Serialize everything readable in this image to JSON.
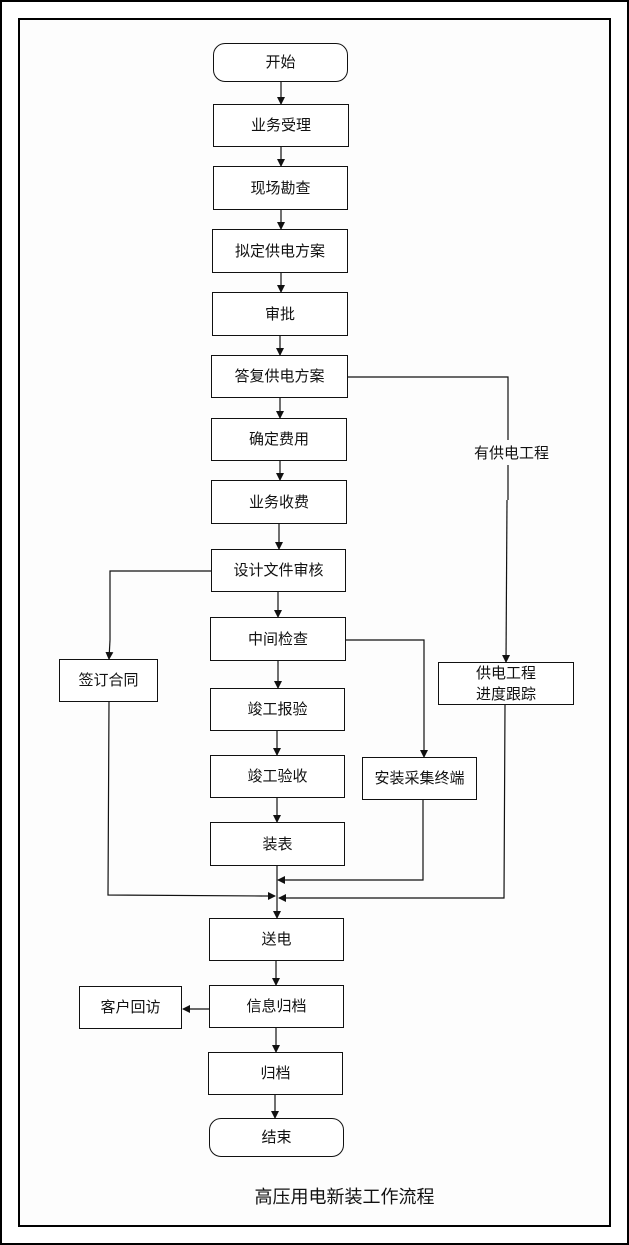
{
  "diagram": {
    "caption": "高压用电新装工作流程",
    "nodes": {
      "start": "开始",
      "business_acceptance": "业务受理",
      "site_survey": "现场勘查",
      "draft_plan": "拟定供电方案",
      "approval": "审批",
      "reply_plan": "答复供电方案",
      "determine_fees": "确定费用",
      "fee_collection": "业务收费",
      "design_review": "设计文件审核",
      "intermediate_inspection": "中间检查",
      "completion_report": "竣工报验",
      "completion_acceptance": "竣工验收",
      "meter_install": "装表",
      "sign_contract": "签订合同",
      "install_terminal": "安装采集终端",
      "project_tracking": "供电工程\n进度跟踪",
      "power_on": "送电",
      "info_archive": "信息归档",
      "customer_visit": "客户回访",
      "archive": "归档",
      "end": "结束"
    },
    "edge_labels": {
      "has_project": "有供电工程"
    },
    "colors": {
      "line": "#111111",
      "background": "#ffffff"
    }
  }
}
